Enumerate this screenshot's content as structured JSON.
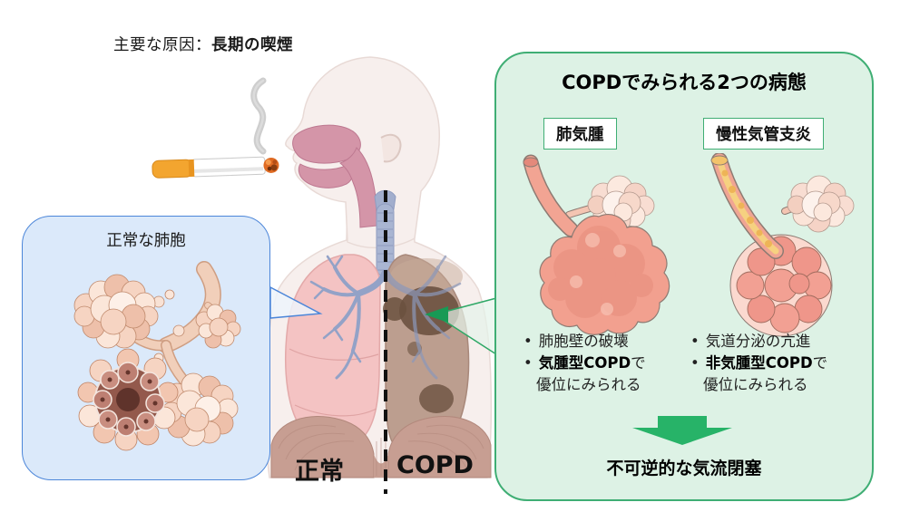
{
  "title_note": {
    "prefix": "主要な原因：",
    "emphasis": "長期の喫煙"
  },
  "normal_alveoli_box": {
    "label": "正常な肺胞"
  },
  "body_labels": {
    "left": "正常",
    "right": "COPD"
  },
  "copd_panel": {
    "title": "COPDでみられる2つの病態",
    "emphysema": {
      "label": "肺気腫",
      "bullets": {
        "b1": "肺胞壁の破壊",
        "b2_bold": "気腫型COPD",
        "b2_tail": "で",
        "b2_cont": "優位にみられる"
      }
    },
    "bronchitis": {
      "label": "慢性気管支炎",
      "bullets": {
        "b1": "気道分泌の亢進",
        "b2_bold": "非気腫型COPD",
        "b2_tail": "で",
        "b2_cont": "優位にみられる"
      }
    },
    "conclusion": "不可逆的な気流閉塞"
  },
  "icons": {
    "cigarette": "cigarette-icon",
    "smoke": "smoke-icon",
    "down_arrow": "down-arrow-icon",
    "dashed_divider": "dashed-divider"
  },
  "colors": {
    "panel_green_bg": "#ddf2e5",
    "panel_green_border": "#3fae74",
    "arrow_green": "#27b368",
    "box_blue_bg": "#dbe9fa",
    "box_blue_border": "#4c86d9",
    "normal_lung_pink": "#f4c3c3",
    "copd_lung_brown": "#bc9e8f",
    "copd_patch_dark": "#6b5140",
    "alveoli_peach": "#f6d4c2",
    "emphysema_salmon": "#f2a08f",
    "mucus_yellow": "#f6d37e"
  }
}
